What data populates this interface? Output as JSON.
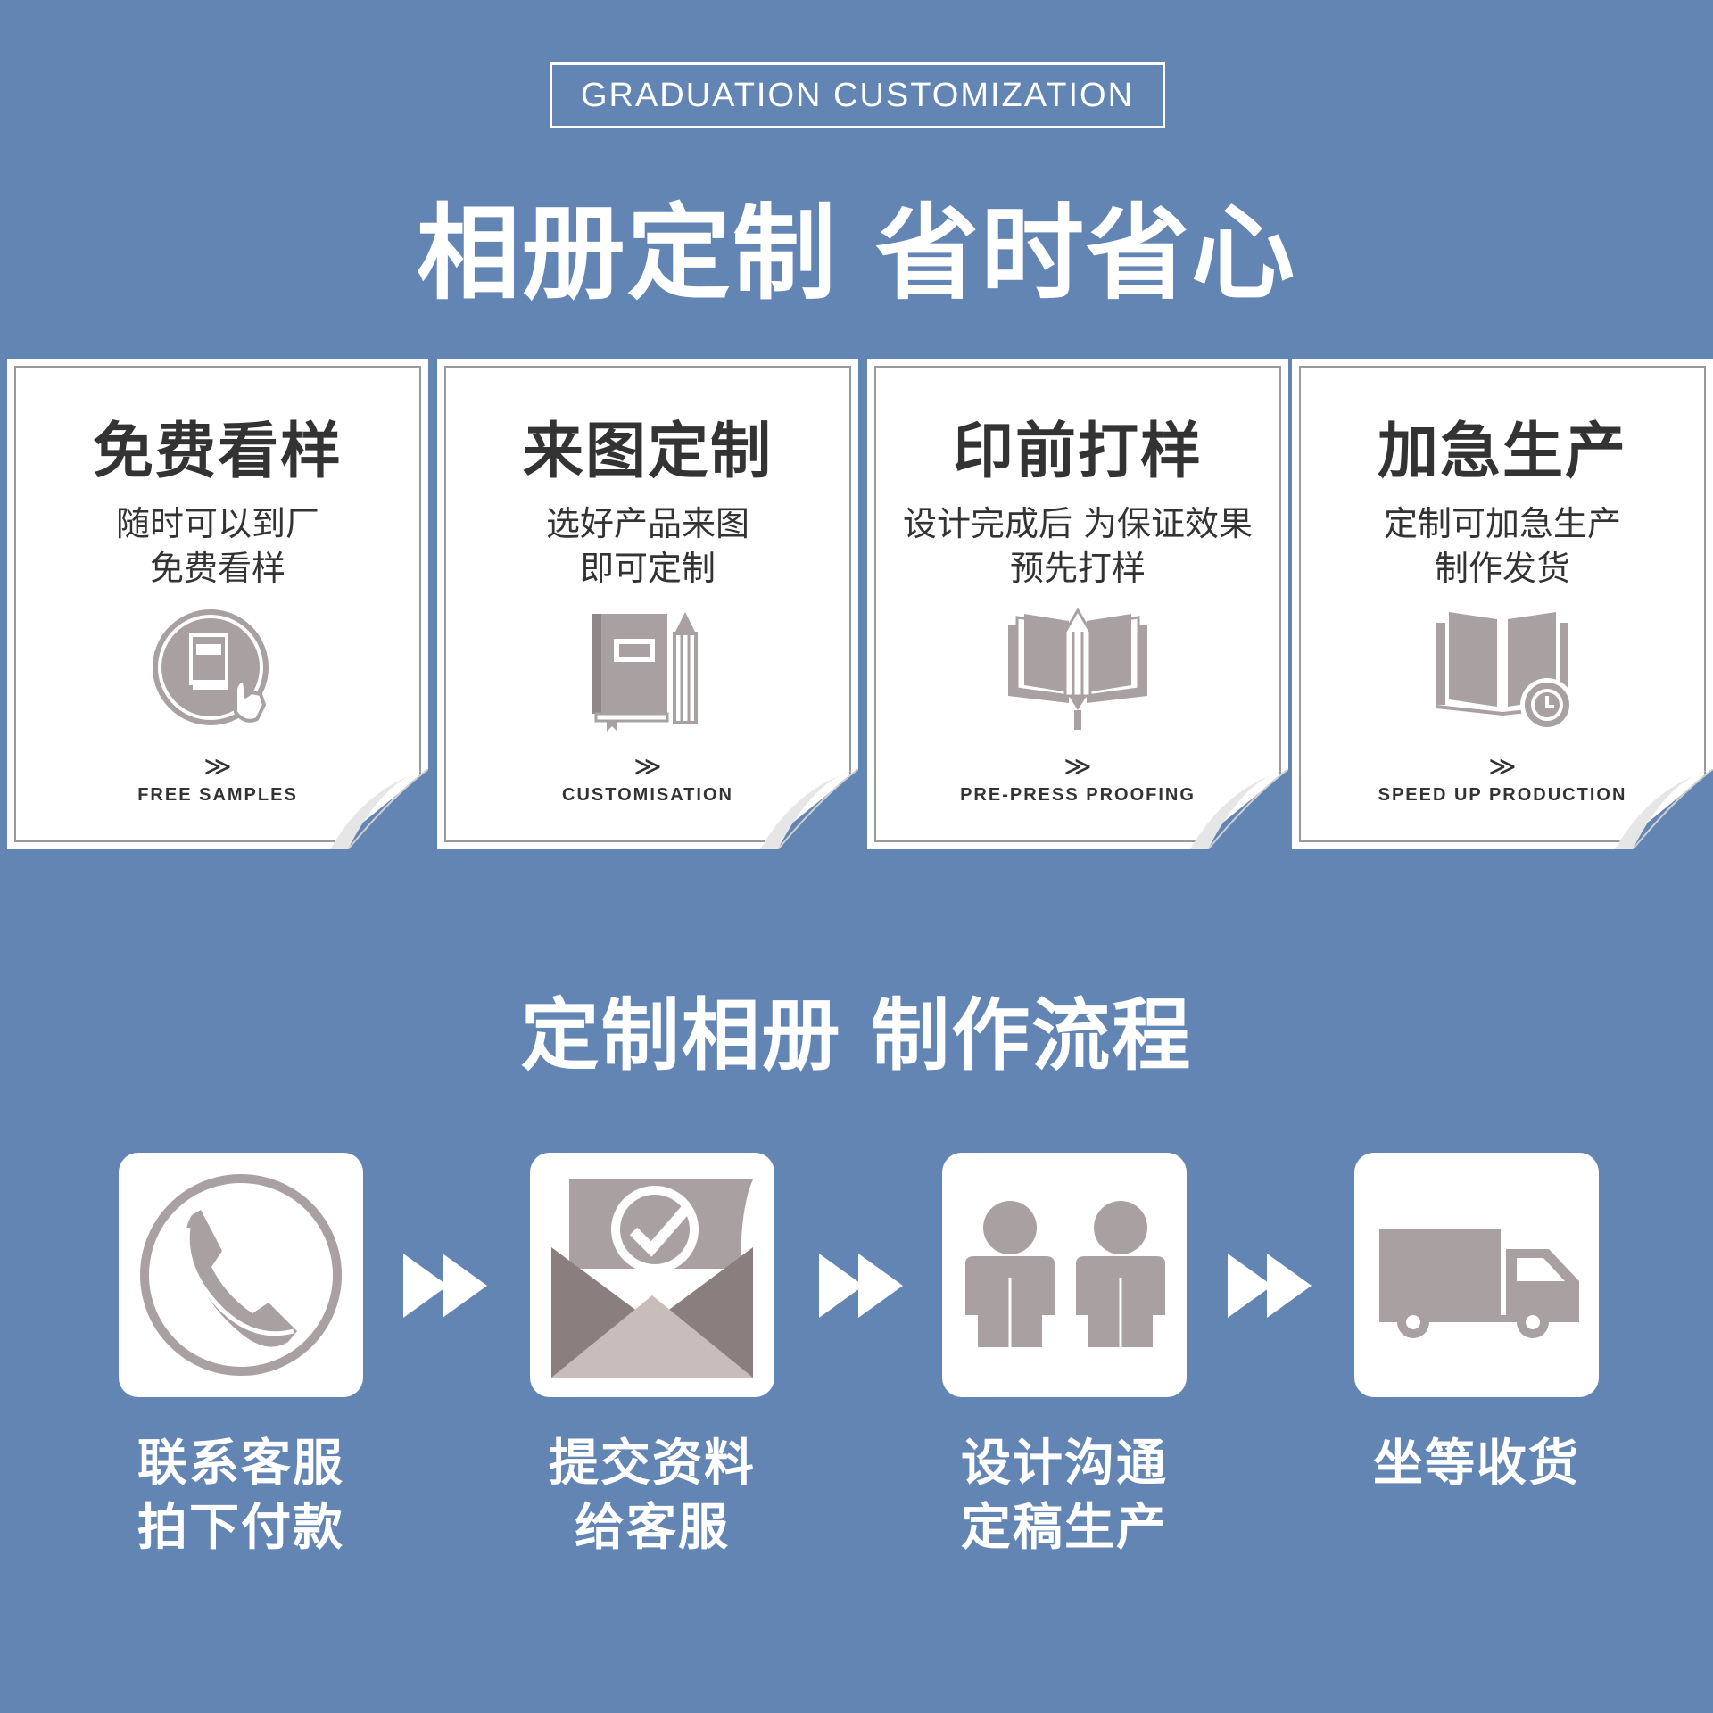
{
  "header": {
    "tag": "GRADUATION CUSTOMIZATION",
    "title": "相册定制 省时省心"
  },
  "cards": [
    {
      "title": "免费看样",
      "line1": "随时可以到厂",
      "line2": "免费看样",
      "chevron": "≫",
      "en": "FREE SAMPLES",
      "icon": "book-touch-icon"
    },
    {
      "title": "来图定制",
      "line1": "选好产品来图",
      "line2": "即可定制",
      "chevron": "≫",
      "en": "CUSTOMISATION",
      "icon": "notebook-pencil-icon"
    },
    {
      "title": "印前打样",
      "line1": "设计完成后 为保证效果",
      "line2": "预先打样",
      "chevron": "≫",
      "en": "PRE-PRESS PROOFING",
      "icon": "open-book-pencil-icon"
    },
    {
      "title": "加急生产",
      "line1": "定制可加急生产",
      "line2": "制作发货",
      "chevron": "≫",
      "en": "SPEED UP PRODUCTION",
      "icon": "book-clock-icon"
    }
  ],
  "process": {
    "title": "定制相册 制作流程",
    "steps": [
      {
        "line1": "联系客服",
        "line2": "拍下付款",
        "icon": "phone-icon"
      },
      {
        "line1": "提交资料",
        "line2": "给客服",
        "icon": "envelope-check-icon"
      },
      {
        "line1": "设计沟通",
        "line2": "定稿生产",
        "icon": "people-icon"
      },
      {
        "line1": "坐等收货",
        "line2": "",
        "icon": "truck-icon"
      }
    ]
  },
  "colors": {
    "background": "#6385b3",
    "card": "#ffffff",
    "icon_gray": "#a9a1a1",
    "text_dark": "#333333"
  }
}
